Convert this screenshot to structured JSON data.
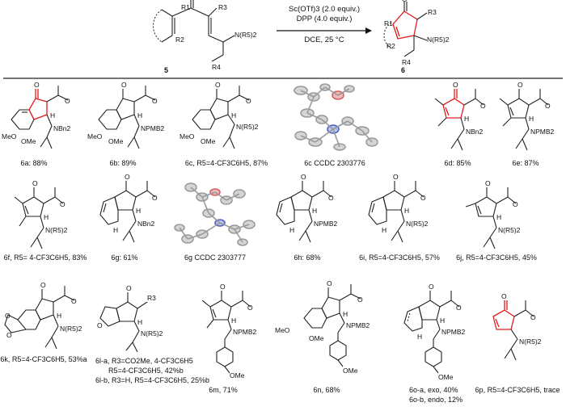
{
  "conditions": {
    "line1": "Sc(OTf)3 (2.0 equiv.)",
    "line2": "DPP (4.0 equiv.)",
    "line3": "DCE, 25 °C"
  },
  "reactant": {
    "number": "5",
    "substituents": [
      "R1",
      "R2",
      "R3",
      "R4",
      "N(R5)2"
    ]
  },
  "product": {
    "number": "6",
    "substituents": [
      "R1",
      "R2",
      "R3",
      "R4",
      "N(R5)2"
    ]
  },
  "compounds": [
    {
      "id": "6a",
      "label": "6a: 88%"
    },
    {
      "id": "6b",
      "label": "6b: 89%"
    },
    {
      "id": "6c",
      "label": "6c, R5=4-CF3C6H5, 87%"
    },
    {
      "id": "6c-x",
      "label": "6c CCDC 2303776"
    },
    {
      "id": "6d",
      "label": "6d: 85%"
    },
    {
      "id": "6e",
      "label": "6e: 87%"
    },
    {
      "id": "6f",
      "label": "6f, R5= 4-CF3C6H5, 83%"
    },
    {
      "id": "6g",
      "label": "6g: 61%"
    },
    {
      "id": "6g-x",
      "label": "6g CCDC 2303777"
    },
    {
      "id": "6h",
      "label": "6h: 68%"
    },
    {
      "id": "6i",
      "label": "6i, R5=4-CF3C6H5, 57%"
    },
    {
      "id": "6j",
      "label": "6j, R5=4-CF3C6H5, 45%"
    },
    {
      "id": "6k",
      "label": "6k, R5=4-CF3C6H5, 53%a"
    },
    {
      "id": "6l-a",
      "label": "6l-a, R3=CO2Me, 4-CF3C6H5"
    },
    {
      "id": "6l-a2",
      "label": "R5=4-CF3C6H5, 42%b"
    },
    {
      "id": "6l-b",
      "label": "6l-b, R3=H, R5=4-CF3C6H5, 25%b"
    },
    {
      "id": "6m",
      "label": "6m, 71%"
    },
    {
      "id": "6n",
      "label": "6n, 68%"
    },
    {
      "id": "6o-a",
      "label": "6o-a, exo, 40%"
    },
    {
      "id": "6o-b",
      "label": "6o-b, endo, 12%"
    },
    {
      "id": "6p",
      "label": "6p, R5=4-CF3C6H5, trace"
    }
  ],
  "atoms": {
    "O": "O",
    "H": "H",
    "MeO": "MeO",
    "OMe": "OMe",
    "NBn2": "NBn2",
    "NPMB2": "NPMB2",
    "NR52": "N(R5)2",
    "R3": "R3",
    "R1": "R1",
    "R2": "R2",
    "R4": "R4"
  }
}
